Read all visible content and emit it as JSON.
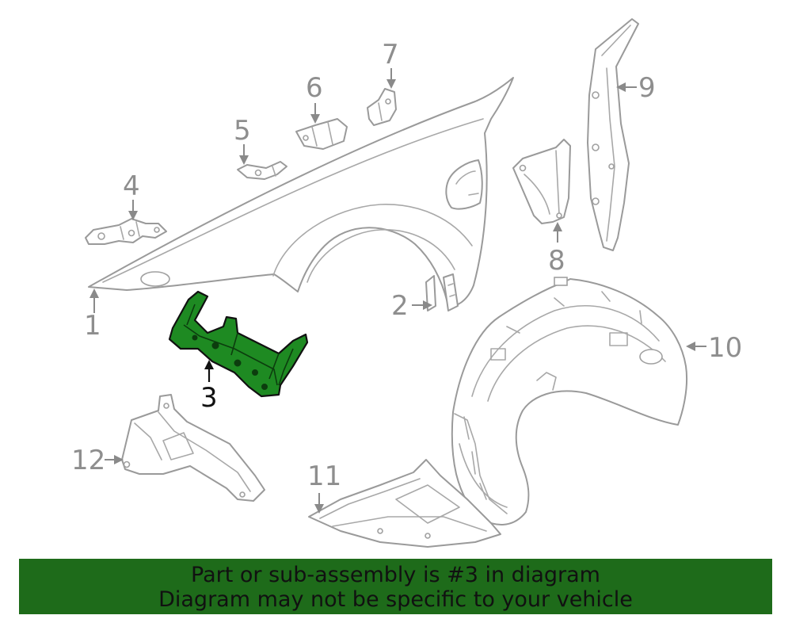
{
  "callouts": {
    "c1": "1",
    "c2": "2",
    "c3": "3",
    "c4": "4",
    "c5": "5",
    "c6": "6",
    "c7": "7",
    "c8": "8",
    "c9": "9",
    "c10": "10",
    "c11": "11",
    "c12": "12"
  },
  "highlighted_part": "3",
  "colors": {
    "highlight": "#1e8a22",
    "banner": "#1e6b1a",
    "line": "#9a9a9a"
  },
  "banner": {
    "line1": "Part or sub-assembly is #3 in diagram",
    "line2": "Diagram may not be specific to your vehicle"
  }
}
